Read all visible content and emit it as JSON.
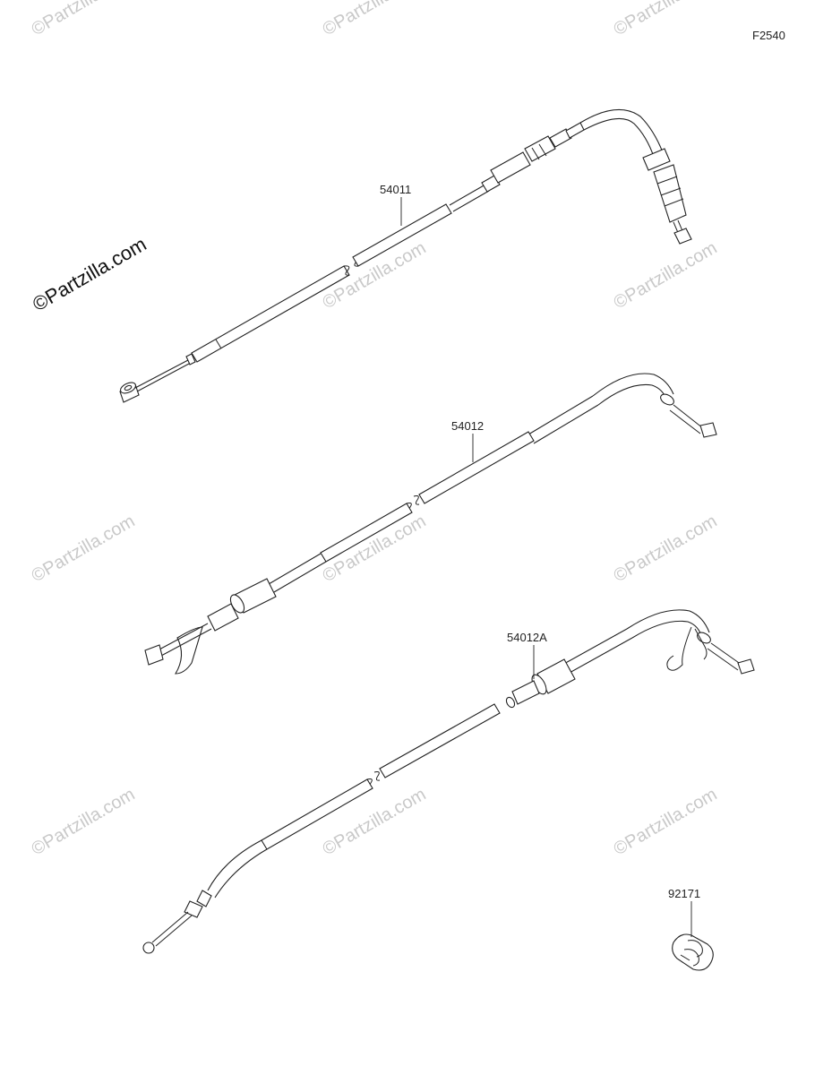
{
  "diagram_code": "F2540",
  "watermark": {
    "text": "©Partzilla.com",
    "color": "#c9c9c9"
  },
  "parts": [
    {
      "number": "54011"
    },
    {
      "number": "54012"
    },
    {
      "number": "54012A"
    },
    {
      "number": "92171"
    }
  ]
}
